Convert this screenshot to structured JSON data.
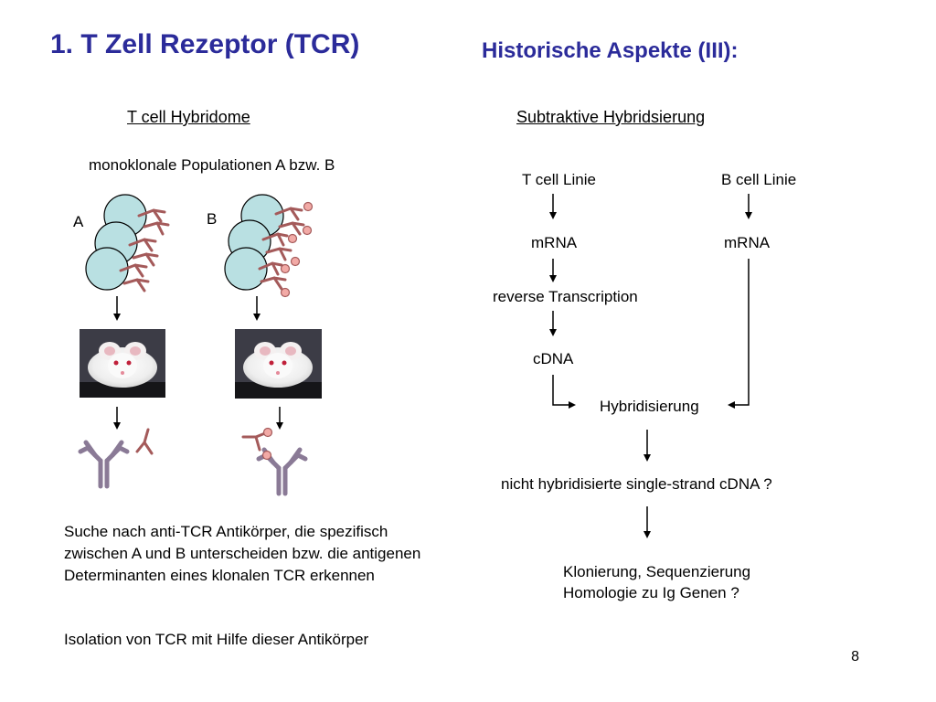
{
  "slide": {
    "title": "1. T Zell Rezeptor (TCR)",
    "subtitle": "Historische Aspekte (III):",
    "page_number": "8"
  },
  "left": {
    "heading": "T cell Hybridome",
    "caption": "monoklonale Populationen A bzw. B",
    "label_a": "A",
    "label_b": "B",
    "paragraph_1": "Suche nach anti-TCR Antikörper, die spezifisch zwischen A und B unterscheiden bzw. die antigenen Determinanten eines klonalen TCR erkennen",
    "paragraph_2": "Isolation von TCR mit Hilfe dieser Antikörper"
  },
  "right": {
    "heading": "Subtraktive Hybridsierung",
    "t_cell": "T cell Linie",
    "b_cell": "B cell Linie",
    "mrna_t": "mRNA",
    "mrna_b": "mRNA",
    "reverse": "reverse Transcription",
    "cdna": "cDNA",
    "hybrid": "Hybridisierung",
    "nicht": "nicht hybridisierte single-strand cDNA ?",
    "klon_line1": "Klonierung, Sequenzierung",
    "klon_line2": "Homologie zu Ig Genen ?"
  },
  "colors": {
    "title": "#2b2b9a",
    "cell_fill": "#b9e0e2",
    "receptor": "#a45a5a",
    "dot_fill": "#f2aaa6",
    "antibody": "#8a7a96"
  }
}
